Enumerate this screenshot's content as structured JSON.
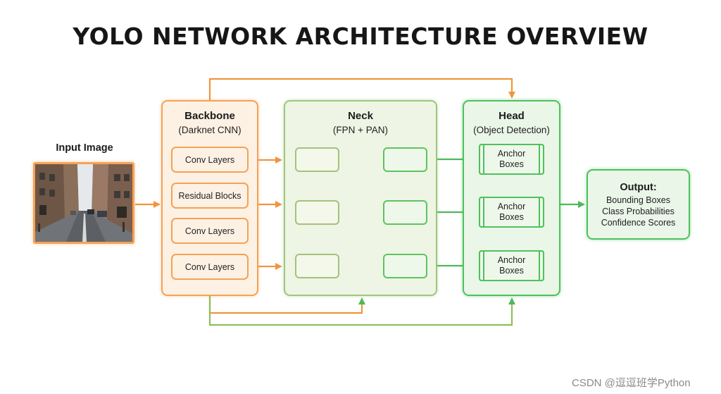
{
  "title": "YOLO NETWORK ARCHITECTURE OVERVIEW",
  "input": {
    "label": "Input Image",
    "image": "city-street-photo"
  },
  "backbone": {
    "title": "Backbone",
    "subtitle": "(Darknet CNN)",
    "layers": [
      "Conv Layers",
      "Residual Blocks",
      "Conv Layers",
      "Conv Layers"
    ]
  },
  "neck": {
    "title": "Neck",
    "subtitle": "(FPN + PAN)"
  },
  "head": {
    "title": "Head",
    "subtitle": "(Object Detection)",
    "anchors": [
      "Anchor\nBoxes",
      "Anchor\nBoxes",
      "Anchor\nBoxes"
    ]
  },
  "output": {
    "title": "Output:",
    "lines": [
      "Bounding Boxes",
      "Class Probabilities",
      "Confidence Scores"
    ]
  },
  "watermark": "CSDN @逗逗班学Python",
  "colors": {
    "backbone": "#f5a256",
    "neck": "#9dc77e",
    "head": "#4fc15c",
    "arrow_orange": "#f0963f",
    "arrow_green": "#4fb85a"
  }
}
